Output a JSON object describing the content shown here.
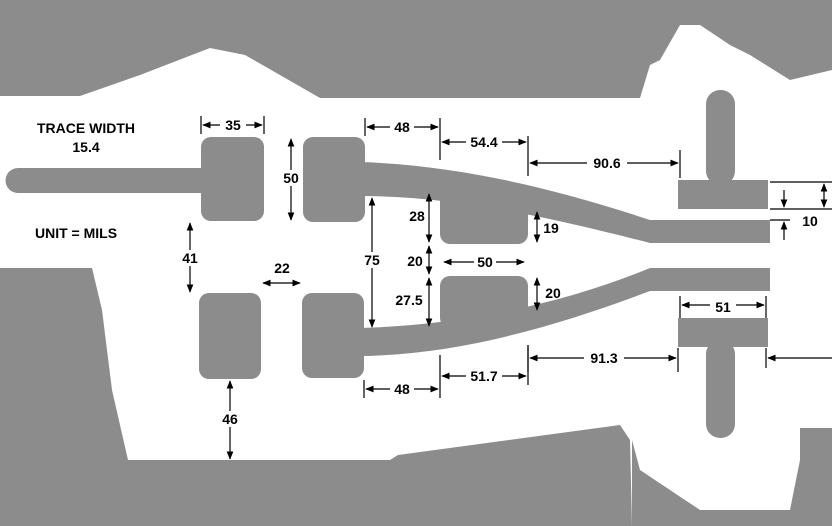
{
  "header": {
    "trace_width_label": "TRACE WIDTH",
    "trace_width_value": "15.4",
    "unit_label": "UNIT =  MILS"
  },
  "colors": {
    "copper": "#8c8c8c",
    "background": "#ffffff",
    "dimension": "#000000"
  },
  "dimensions": {
    "d35": "35",
    "d48_top": "48",
    "d54_4": "54.4",
    "d90_6": "90.6",
    "d50_pad": "50",
    "d28": "28",
    "d19": "19",
    "d10": "10",
    "d41": "41",
    "d75": "75",
    "d20_mid": "20",
    "d22": "22",
    "d50_gap": "50",
    "d27_5": "27.5",
    "d20_right": "20",
    "d51": "51",
    "d46": "46",
    "d48_bot": "48",
    "d51_7": "51.7",
    "d91_3": "91.3"
  }
}
